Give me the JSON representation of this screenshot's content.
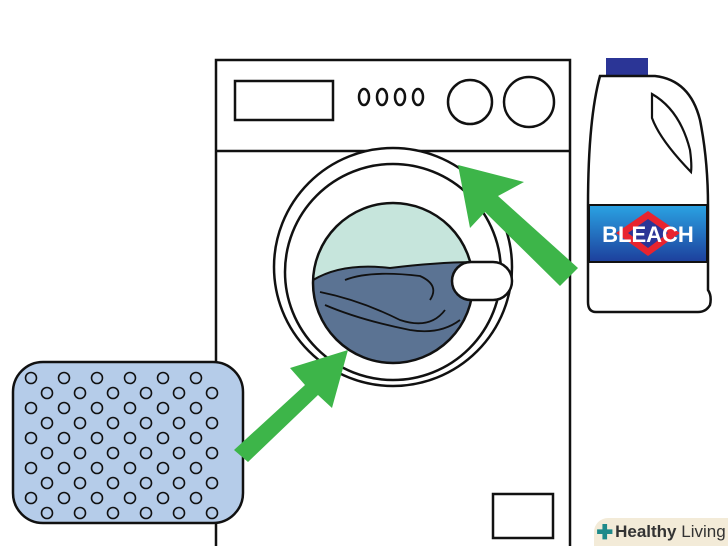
{
  "illustration": {
    "bottle_label": "BLEACH",
    "colors": {
      "arrow": "#3db549",
      "sponge": "#b5cce9",
      "water_top": "#c6e5dc",
      "laundry": "#5b7393",
      "cap": "#2b3596",
      "label_blue": "#1d84d0",
      "diamond": "#e8242f"
    }
  },
  "watermark": {
    "brand_bold": "Healthy",
    "brand_rest": " Living"
  }
}
